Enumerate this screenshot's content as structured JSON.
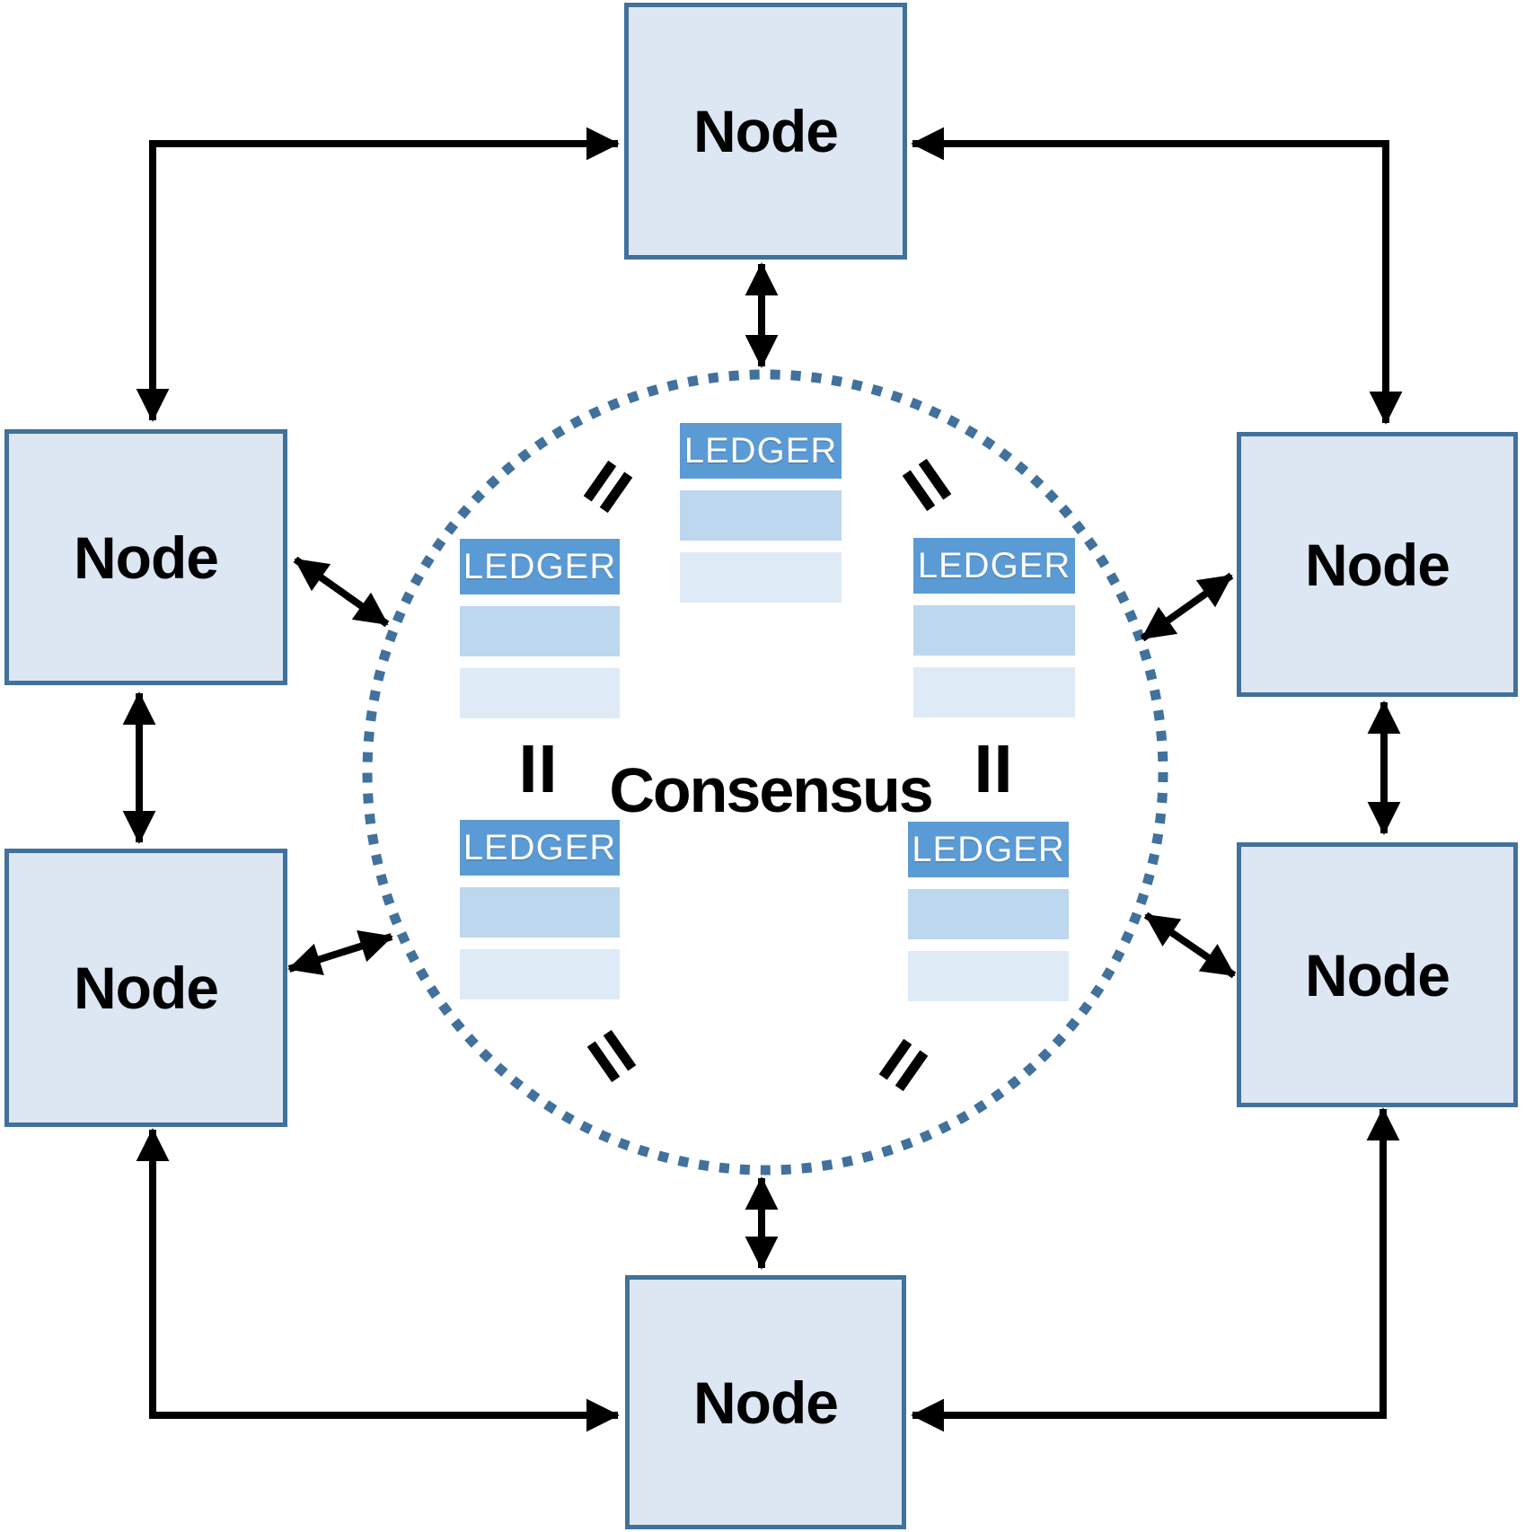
{
  "diagram": {
    "consensus": {
      "label": "Consensus"
    },
    "nodes": [
      {
        "id": "node-top",
        "label": "Node"
      },
      {
        "id": "node-left-upper",
        "label": "Node"
      },
      {
        "id": "node-right-upper",
        "label": "Node"
      },
      {
        "id": "node-left-lower",
        "label": "Node"
      },
      {
        "id": "node-right-lower",
        "label": "Node"
      },
      {
        "id": "node-bottom",
        "label": "Node"
      }
    ],
    "ledgers": [
      {
        "id": "ledger-top",
        "header": "LEDGER",
        "blank_rows": 2
      },
      {
        "id": "ledger-left",
        "header": "LEDGER",
        "blank_rows": 2
      },
      {
        "id": "ledger-right",
        "header": "LEDGER",
        "blank_rows": 2
      },
      {
        "id": "ledger-bottom-left",
        "header": "LEDGER",
        "blank_rows": 2
      },
      {
        "id": "ledger-bottom-right",
        "header": "LEDGER",
        "blank_rows": 2
      }
    ],
    "colors": {
      "ledger_header": "#5b9bd5",
      "ledger_row_light": "#bdd7ee",
      "ledger_row_lighter": "#deebf7",
      "node_fill": "#dce7f3",
      "node_border": "#41719c",
      "circle_dots": "#41719c",
      "arrows": "#000000",
      "ledger_text": "#ffffff",
      "node_text": "#000000"
    }
  }
}
